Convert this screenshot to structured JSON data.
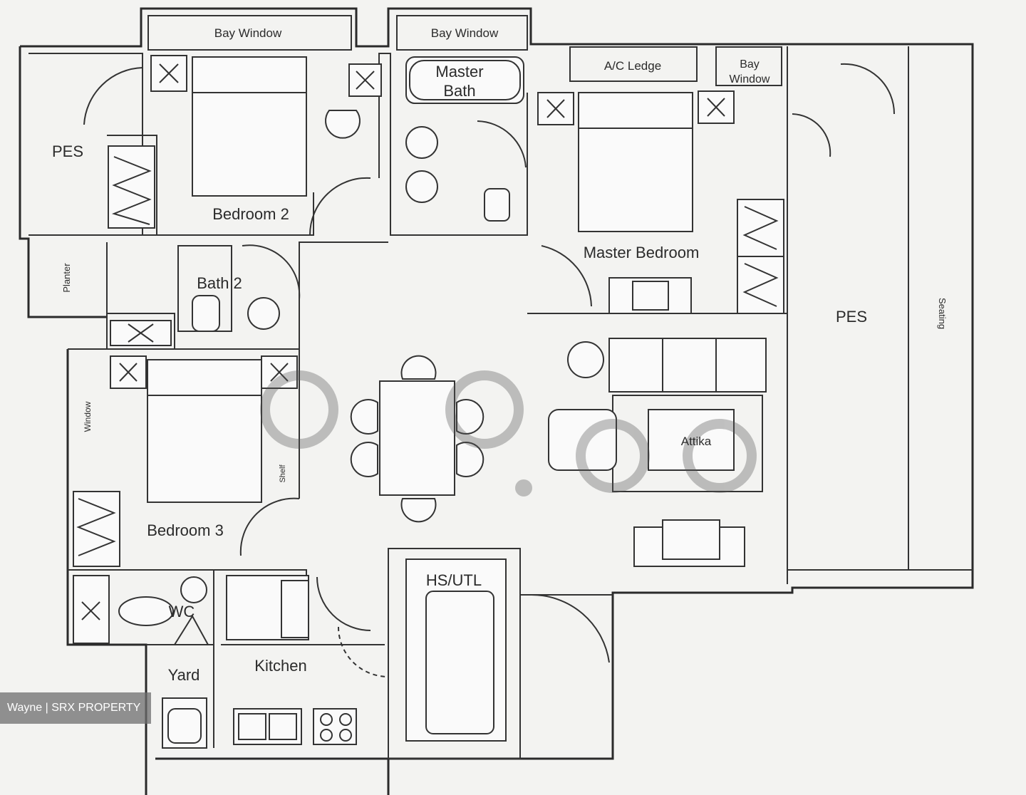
{
  "rooms": {
    "bay_window_left": "Bay Window",
    "bay_window_right": "Bay Window",
    "master_bath_line1": "Master",
    "master_bath_line2": "Bath",
    "ac_ledge": "A/C Ledge",
    "bay_window_small_line1": "Bay",
    "bay_window_small_line2": "Window",
    "pes_left": "PES",
    "bedroom2": "Bedroom 2",
    "master_bedroom": "Master Bedroom",
    "planter": "Planter",
    "bath2": "Bath 2",
    "pes_right": "PES",
    "seating": "Seating",
    "window": "Window",
    "bedroom3": "Bedroom 3",
    "wc": "WC",
    "hs_utl": "HS/UTL",
    "yard": "Yard",
    "kitchen": "Kitchen",
    "rug": "Attika",
    "shelf": "Shelf"
  },
  "watermark": "Wayne | SRX PROPERTY",
  "colors": {
    "line": "#2a2a2a",
    "paper": "#f3f3f1",
    "watermark_bg": "#6e6e6e"
  }
}
